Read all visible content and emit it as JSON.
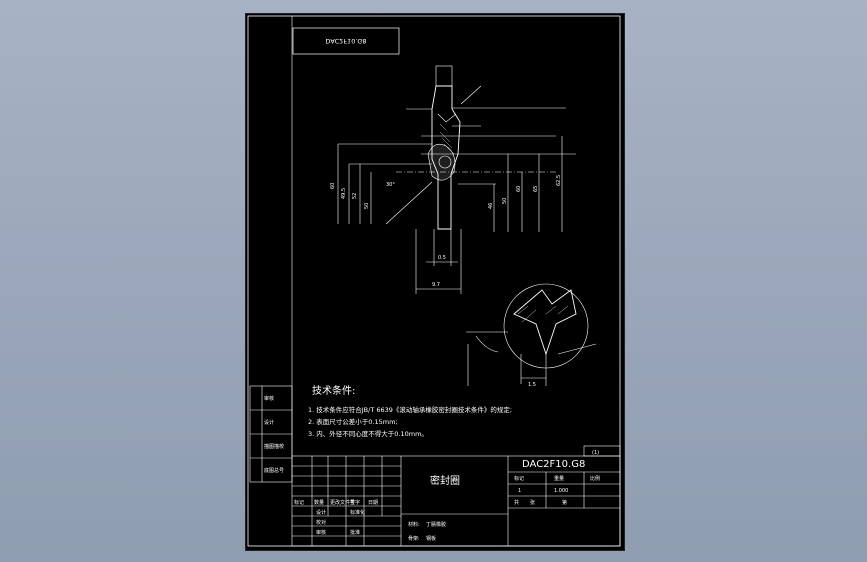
{
  "drawing": {
    "code_mirror": "DAC2F10.G8",
    "tech_title": "技术条件:",
    "tech_lines": [
      "1. 技术条件应符合JB/T 6639《滚动轴承橡胶密封圈技术条件》的规定;",
      "2. 表面尺寸公差小于0.15mm;",
      "3. 内、外径不同心度不得大于0.10mm。"
    ],
    "left_labels": [
      "审核",
      "设计",
      "描图描校",
      "底图总号"
    ],
    "title_block": {
      "code": "DAC2F10.G8",
      "part_name": "密封圈",
      "material_label": "材料:",
      "material_value": "丁腈橡胶",
      "skeleton_label": "骨架:",
      "skeleton_value": "钢板",
      "scale_label": "比例",
      "scale_value": "1",
      "weight_label": "重量",
      "weight_value": "1.000",
      "total_label": "共",
      "sheet_label": "第",
      "sheet_count_label": "张",
      "mark_label": "标记",
      "qty_label": "数量",
      "rev_label": "更改文件号",
      "sign_label": "签字",
      "date_label": "日期",
      "design_label": "设计",
      "check_label": "校对",
      "audit_label": "审核",
      "std_label": "标准化",
      "approve_label": "批准",
      "code_cell": "(1)"
    },
    "dims": {
      "d_left_1": "60",
      "d_left_2": "49.5",
      "d_left_3": "52",
      "d_left_4": "50",
      "d_right_1": "46",
      "d_right_2": "50",
      "d_right_3": "60",
      "d_right_4": "65",
      "d_right_5": "62.5",
      "w_bottom": "9.7",
      "w_mid": "0.5",
      "w_detail": "1.5",
      "ang": "30°"
    }
  }
}
